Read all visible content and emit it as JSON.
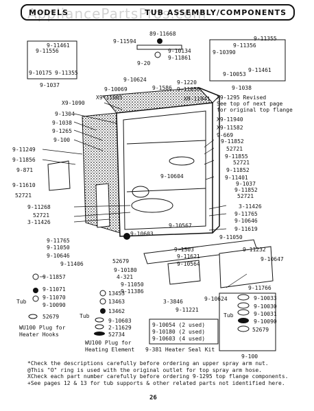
{
  "header": {
    "left": "MODELS",
    "right": "TUB ASSEMBLY/COMPONENTS",
    "watermark": "AppliancePartsPros.com"
  },
  "labels": {
    "l_9_11556": "9-11556",
    "l_9_11461a": "9-11461",
    "l_9_10175": "9-10175",
    "l_9_11355a": "9-11355",
    "l_9_1037a": "9-1037",
    "l_9_11594": "9-11594",
    "l_89_11668": "89-11668",
    "l_9_10134": "9-10134",
    "l_9_11861": "9-11861",
    "l_9_20": "9-20",
    "l_9_11355b": "9-11355",
    "l_9_11356": "9-11356",
    "l_9_10390": "9-10390",
    "l_9_10053": "9-10053",
    "l_9_11461b": "9-11461",
    "l_9_1038": "9-1038",
    "l_9_10624a": "9-10624",
    "l_9_1220": "9-1220",
    "l_9_10069": "9-10069",
    "l_9_1586": "9-1586",
    "l_9_11050a": "9-11050",
    "l_x9_11665": "X9-11665",
    "l_x9_1090": "X9-1090",
    "l_x9_11941": "X9-11941",
    "l_x9_1295": "X9-1295 Revised",
    "l_see1": "See top of next page",
    "l_see2": "for original top flange",
    "l_9_1304": "9-1304",
    "l_9_1038b": "9-1038",
    "l_9_1265": "9-1265",
    "l_9_100": "9-100",
    "l_x9_11940": "X9-11940",
    "l_x9_11582": "X9-11582",
    "l_9_669": "9-669",
    "l_9_11852a": "9-11852",
    "l_52721a": "52721",
    "l_9_11249": "9-11249",
    "l_9_11856": "9-11856",
    "l_9_871": "9-871",
    "l_9_11855": "9-11855",
    "l_52721b": "52721",
    "l_9_11852b": "9-11852",
    "l_9_10604": "9-10604",
    "l_9_11401": "9-11401",
    "l_9_11610": "9-11610",
    "l_52721c": "52721",
    "l_9_1037b": "9-1037",
    "l_9_11852c": "9-11852",
    "l_52721d": "52721",
    "l_9_11268": "9-11268",
    "l_52721e": "52721",
    "l_3_11426a": "3-11426",
    "l_3_11426b": "3-11426",
    "l_9_11765a": "9-11765",
    "l_9_10646a": "9-10646",
    "l_9_10567": "9-10567",
    "l_9_11619": "9-11619",
    "l_9_10603a": "9-10603",
    "l_9_11050b": "9-11050",
    "l_9_11765b": "9-11765",
    "l_9_11050c": "9-11050",
    "l_9_10646b": "9-10646",
    "l_9_1303": "9-1303",
    "l_9_11232": "9-11232",
    "l_9_11621": "9-11621",
    "l_9_11406": "9-11406",
    "l_52679a": "52679",
    "l_9_10564": "9-10564",
    "l_9_10647": "9-10647",
    "l_9_10180a": "9-10180",
    "l_4_321": "4-321",
    "l_9_11857": "9-11857",
    "l_9_11050d": "9-11050",
    "l_9_11386": "9-11386",
    "l_9_11766": "9-11766",
    "l_9_11071": "9-11071",
    "l_3_3846": "3-3846",
    "l_9_10624b": "9-10624",
    "l_9_11070": "9-11070",
    "l_tub1": "Tub",
    "l_9_10090a": "9-10090",
    "l_13453": "13453",
    "l_13463": "13463",
    "l_13462": "13462",
    "l_9_11221": "9-11221",
    "l_52679b": "52679",
    "l_tub2": "Tub",
    "l_9_10603b": "9-10603",
    "l_2_11629": "2-11629",
    "l_52734": "52734",
    "l_wu1a": "WU100 Plug for",
    "l_wu1b": "Heater Hooks",
    "l_wu2a": "WU100 Plug for",
    "l_wu2b": "Heating Element",
    "l_k1": "9-10054 (2 used)",
    "l_k2": "9-10180 (2 used)",
    "l_k3": "9-10603 (4 used)",
    "l_kit": "9-381 Heater Seal Kit",
    "l_9_10033": "9-10033",
    "l_9_10030": "9-10030",
    "l_tub3": "Tub",
    "l_9_10031": "9-10031",
    "l_9_10090b": "9-10090",
    "l_52679c": "52679",
    "l_9_100b": "9-100"
  },
  "notes": [
    "*Check the descriptions carefully before ordering an upper spray arm nut.",
    "@This \"O\" ring is used with the original outlet for top spray arm hose.",
    "XCheck each part number carefully before ordering 9-1295 top flange components.",
    "+See pages 12 & 13 for tub supports & other related parts not identified here."
  ],
  "page_number": "26"
}
